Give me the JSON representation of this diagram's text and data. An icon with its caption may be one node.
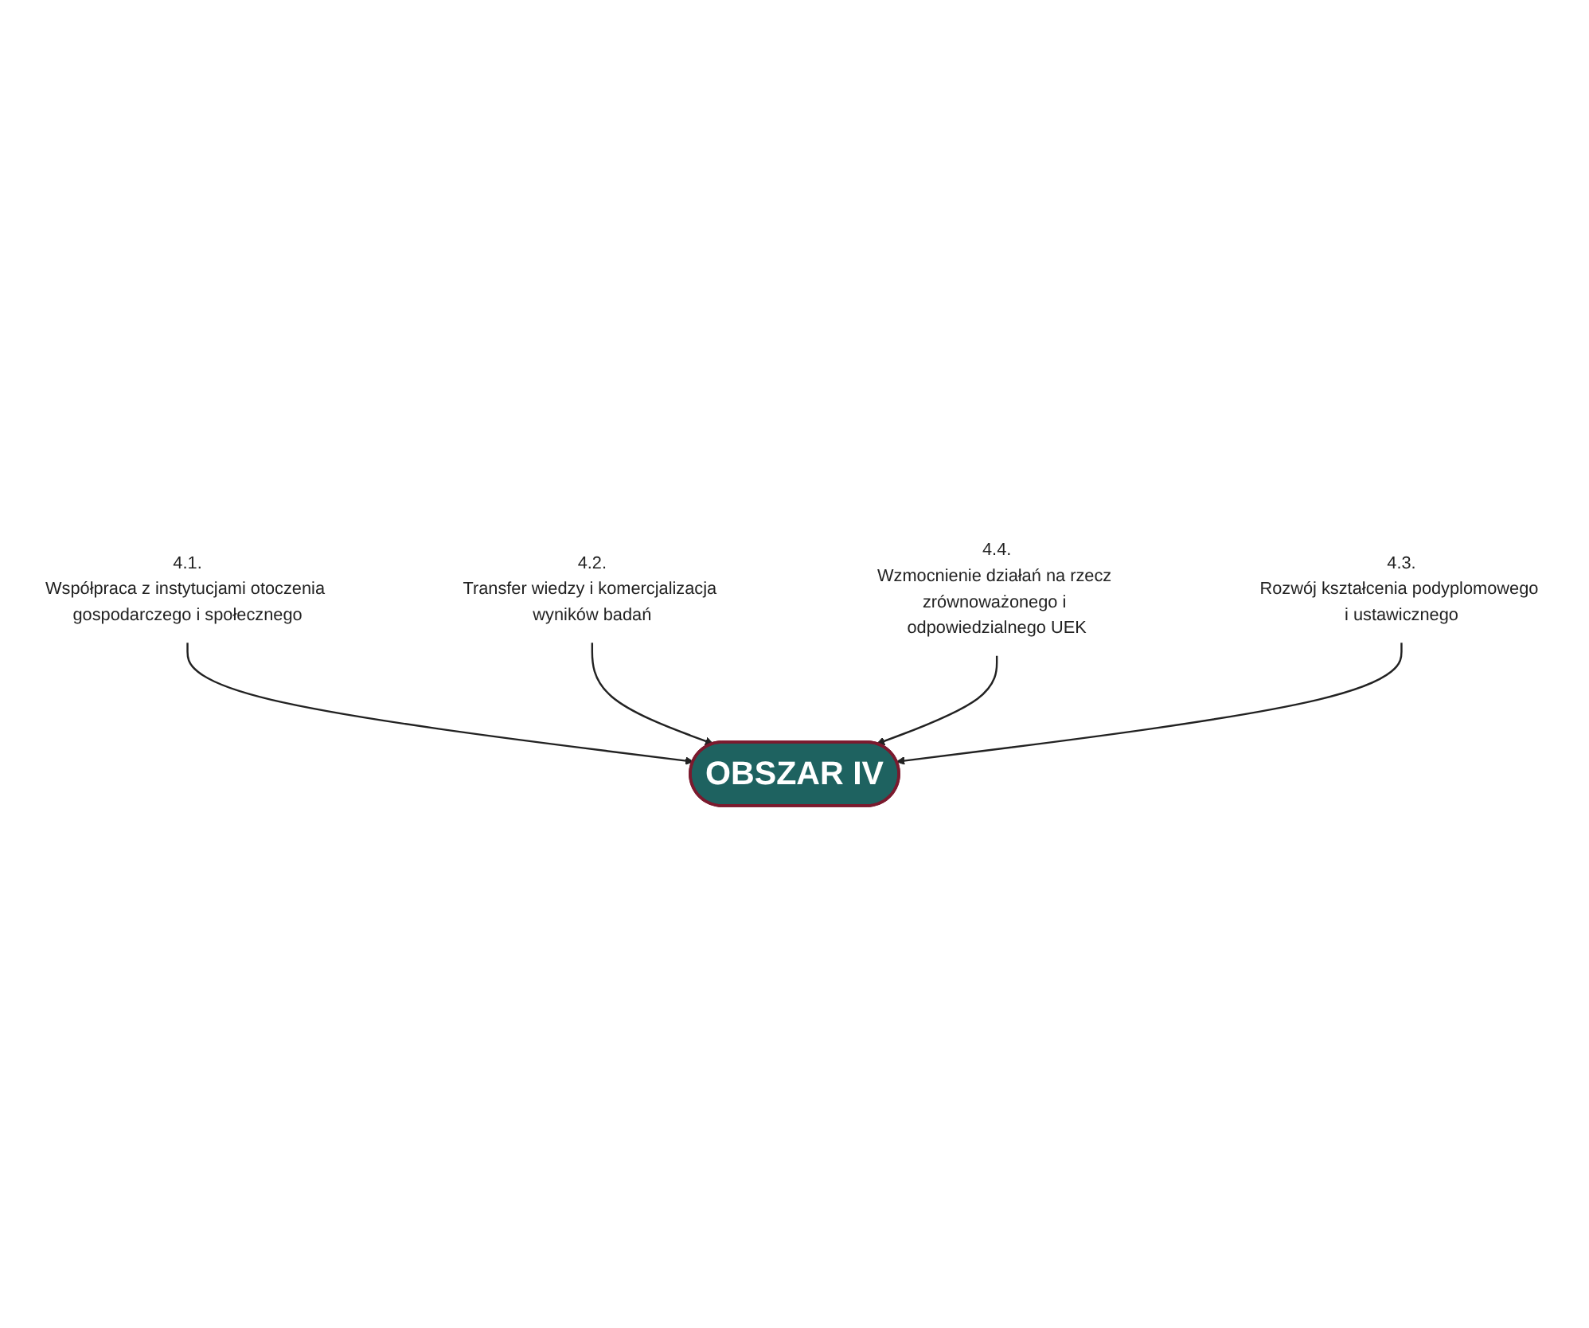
{
  "diagram": {
    "nodes": [
      {
        "text": [
          "4.1.",
          "Współpraca z instytucjami otoczenia gospodarczego i społecznego"
        ]
      },
      {
        "text": [
          "4.2.",
          "Transfer wiedzy i komercjalizacja wyników badań"
        ]
      },
      {
        "text": [
          "OBSZAR IV"
        ]
      },
      {
        "text": [
          "4.4.",
          "Wzmocnienie działań na rzecz zrównoważonego i odpowiedzialnego UEK"
        ]
      },
      {
        "text": [
          "4.3.",
          "Rozwój kształcenia podyplomowego i ustawicznego"
        ]
      }
    ],
    "edges": [
      {
        "from": 0,
        "to": 2,
        "arrow": "to"
      },
      {
        "from": 1,
        "to": 2,
        "arrow": "to"
      },
      {
        "from": 3,
        "to": 2,
        "arrow": "to"
      },
      {
        "from": 4,
        "to": 2,
        "arrow": "to"
      }
    ]
  }
}
